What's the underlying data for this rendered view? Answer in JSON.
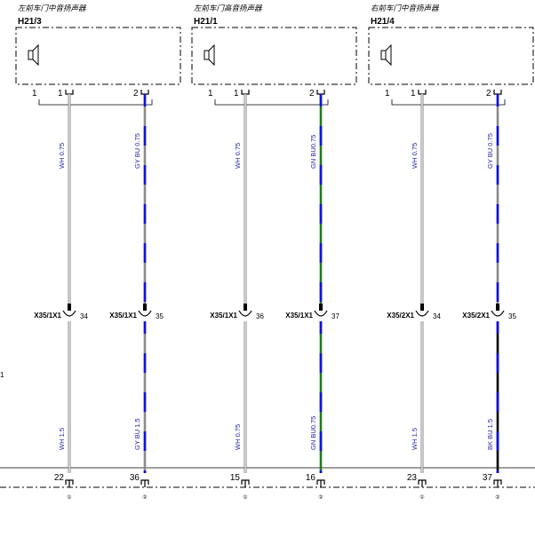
{
  "colors": {
    "wire_white": "#c8c8c8",
    "blue": "#1010e0",
    "gray": "#8a8a8a",
    "green": "#1e7a1e",
    "black": "#000000",
    "label_blue": "#1a1aa0"
  },
  "edge_label": "1",
  "speakers": [
    {
      "title": "左前车门中音扬声器",
      "code": "H21/3",
      "outer_pin": "1",
      "wires": [
        {
          "pin": "1",
          "label_top": "WH  0.75",
          "label_bottom": "WH  1.5",
          "conn": "X35/1X1",
          "conn_pin": "34",
          "term_pin": "22",
          "term_mark": "①",
          "colors_top": [
            "white"
          ],
          "colors_bottom": [
            "white"
          ]
        },
        {
          "pin": "2",
          "label_top": "GY BU 0.75",
          "label_bottom": "GY BU 1.5",
          "conn": "X35/1X1",
          "conn_pin": "35",
          "term_pin": "36",
          "term_mark": "②",
          "colors_top": [
            "gray",
            "blue"
          ],
          "colors_bottom": [
            "gray",
            "blue"
          ]
        }
      ]
    },
    {
      "title": "左前车门高音扬声器",
      "code": "H21/1",
      "outer_pin": "1",
      "wires": [
        {
          "pin": "1",
          "label_top": "WH  0.75",
          "label_bottom": "WH  0.75",
          "conn": "X35/1X1",
          "conn_pin": "36",
          "term_pin": "15",
          "term_mark": "①",
          "colors_top": [
            "white"
          ],
          "colors_bottom": [
            "white"
          ]
        },
        {
          "pin": "2",
          "label_top": "GN BU0.75",
          "label_bottom": "GN BU0.75",
          "conn": "X35/1X1",
          "conn_pin": "37",
          "term_pin": "16",
          "term_mark": "②",
          "colors_top": [
            "green",
            "blue"
          ],
          "colors_bottom": [
            "green",
            "blue"
          ]
        }
      ]
    },
    {
      "title": "右前车门中音扬声器",
      "code": "H21/4",
      "outer_pin": "1",
      "wires": [
        {
          "pin": "1",
          "label_top": "WH  0.75",
          "label_bottom": "WH  1.5",
          "conn": "X35/2X1",
          "conn_pin": "34",
          "term_pin": "23",
          "term_mark": "①",
          "colors_top": [
            "white"
          ],
          "colors_bottom": [
            "white"
          ]
        },
        {
          "pin": "2",
          "label_top": "GY BU 0.75",
          "label_bottom": "BK BU 1.5",
          "conn": "X35/2X1",
          "conn_pin": "35",
          "term_pin": "37",
          "term_mark": "②",
          "colors_top": [
            "gray",
            "blue"
          ],
          "colors_bottom": [
            "black",
            "blue"
          ]
        }
      ]
    }
  ]
}
